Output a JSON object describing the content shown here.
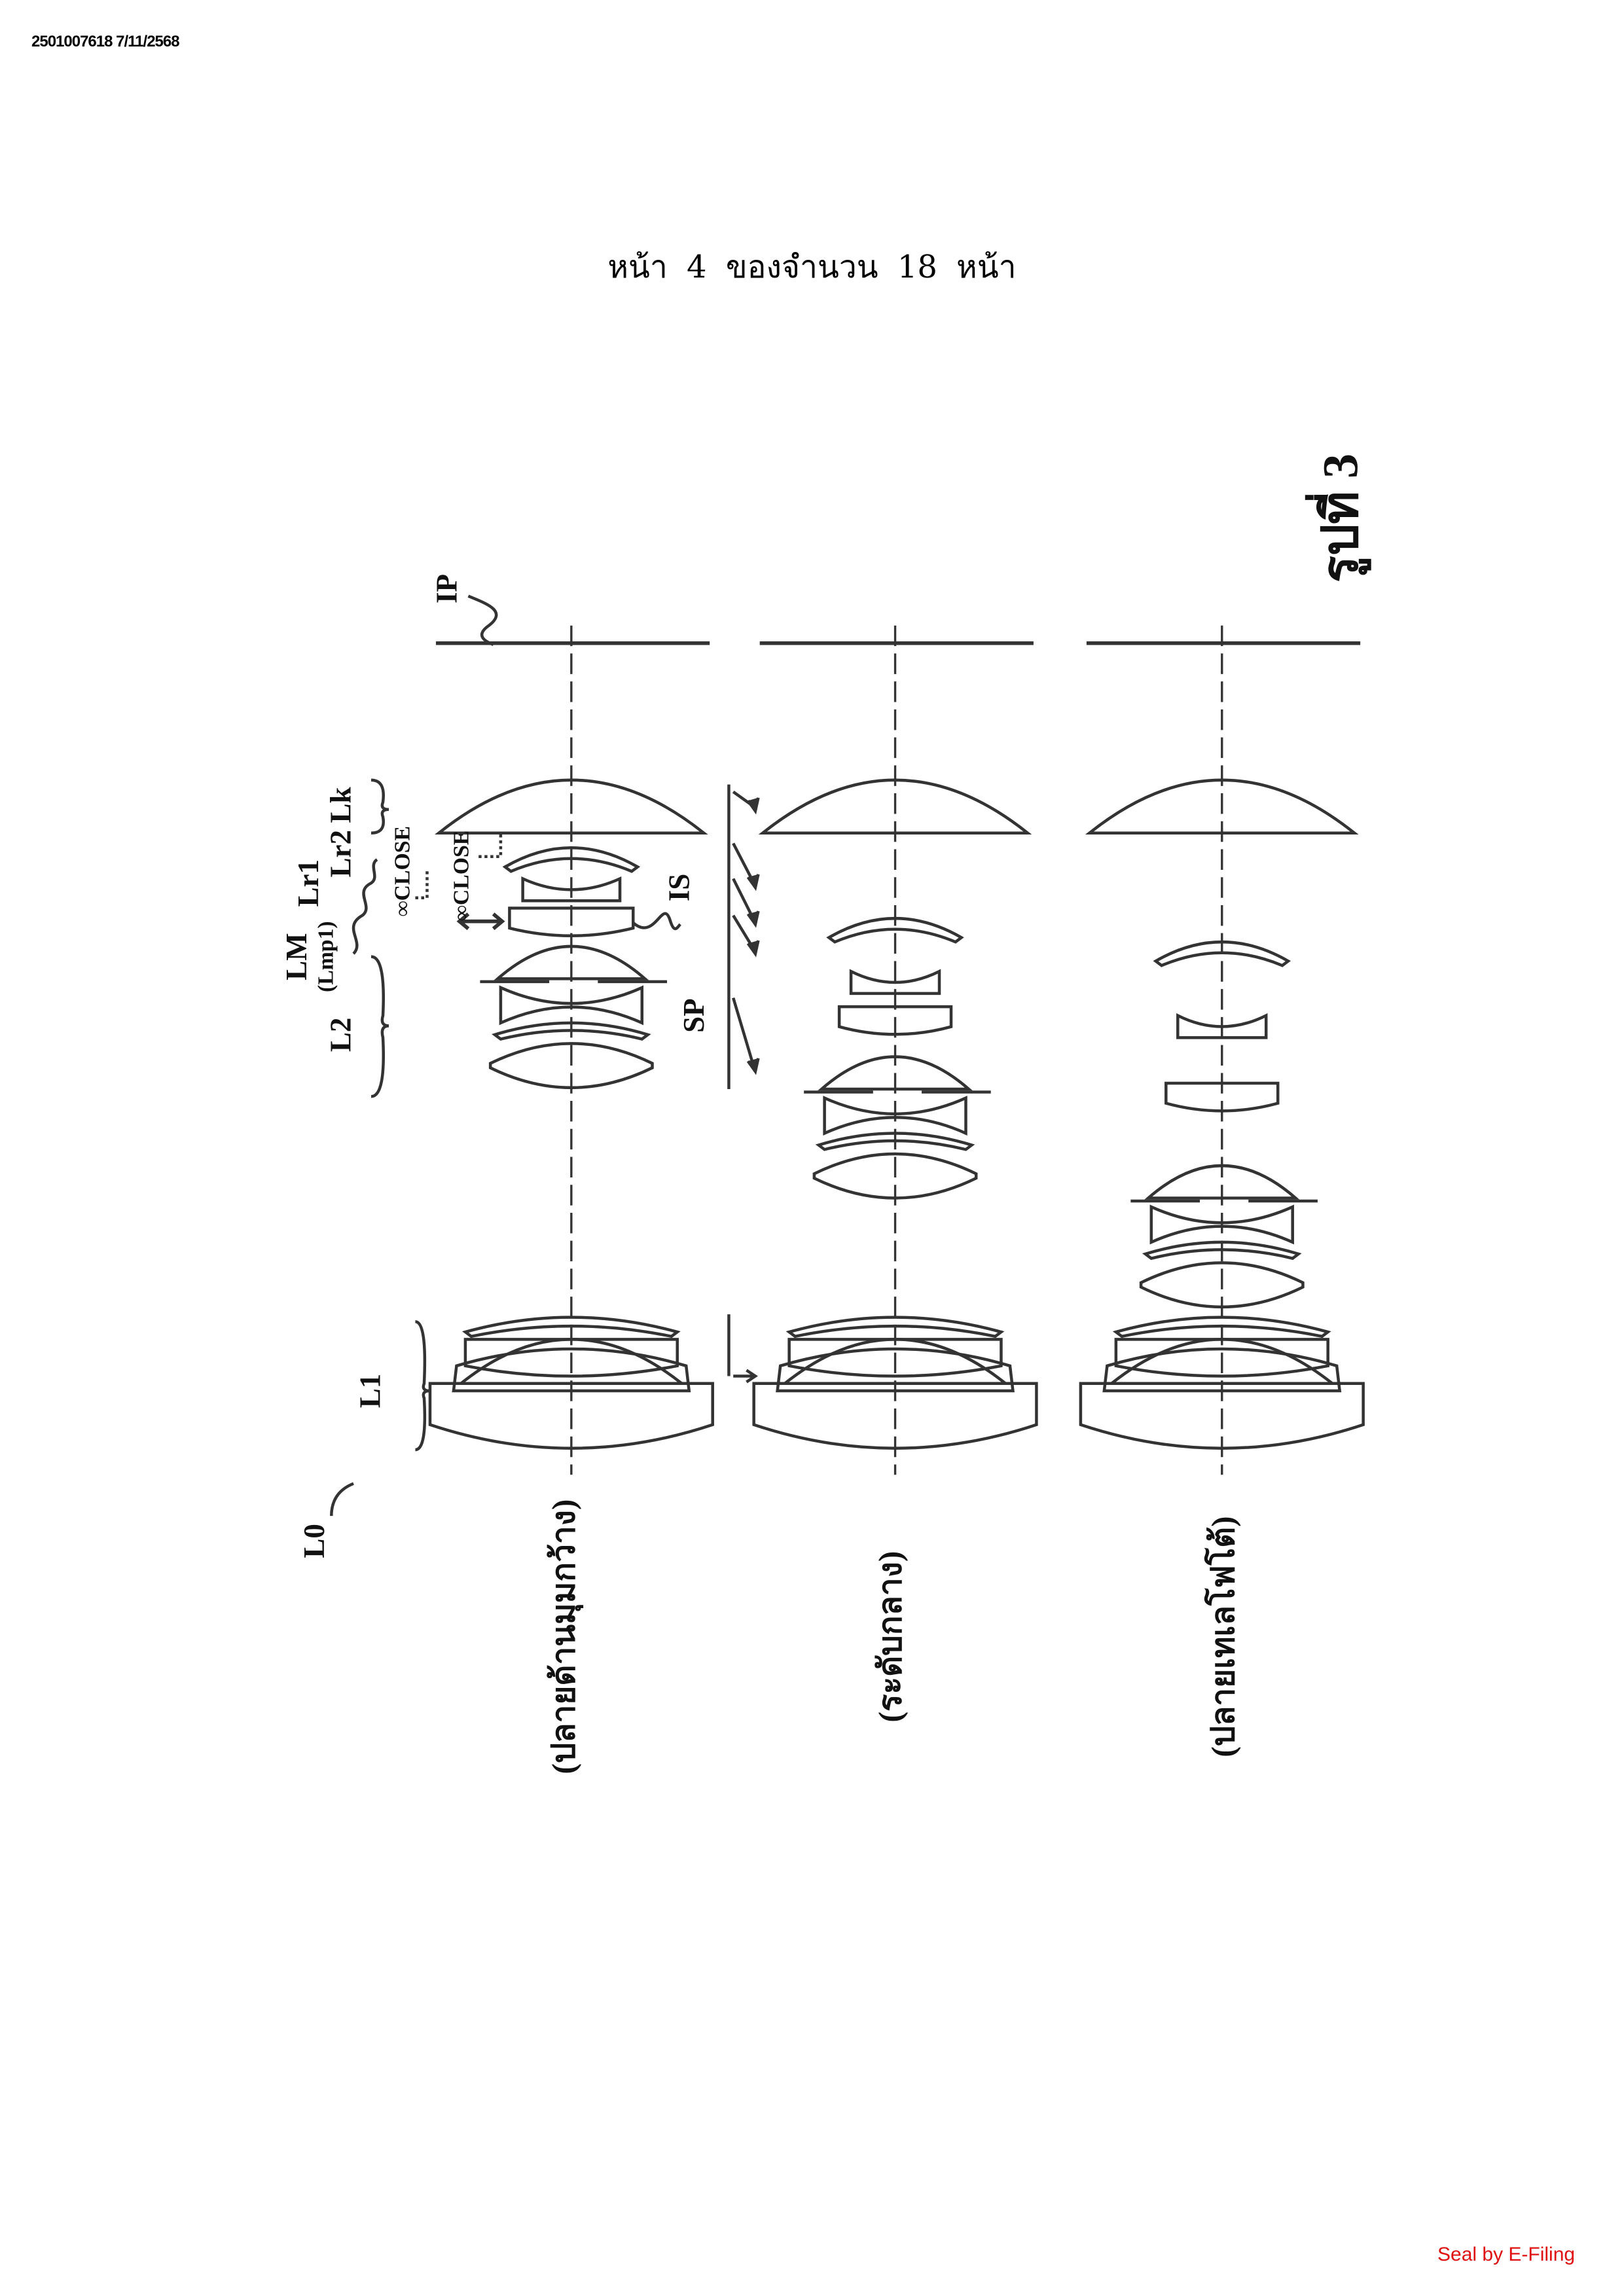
{
  "header": {
    "document_id": "2501007618 7/11/2568"
  },
  "page_indicator": "หน้า 4 ของจำนวน 18 หน้า",
  "figure_label": "รูปที่ 3",
  "diagram_labels": {
    "image_plane": "IP",
    "lens_k": "Lk",
    "lens_r2": "Lr2",
    "lens_r1": "Lr1",
    "lens_m": "LM",
    "lens_mp1": "(Lmp1)",
    "lens_2": "L2",
    "lens_1": "L1",
    "lens_0": "L0",
    "focus_1": "∞CLOSE",
    "focus_2": "∞CLOSE",
    "image_stabilizer": "IS",
    "stop": "SP"
  },
  "positions": [
    "(ปลายด้านมุมกว้าง)",
    "(ระดับกลาง)",
    "(ปลายเทเลโฟโต้)"
  ],
  "seal": "Seal by E-Filing"
}
